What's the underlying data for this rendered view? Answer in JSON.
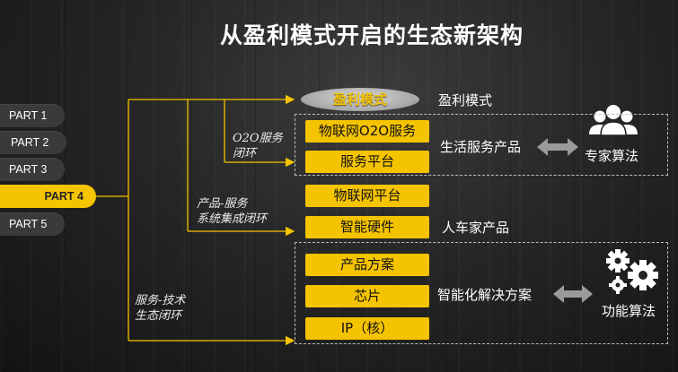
{
  "title": "从盈利模式开启的生态新架构",
  "parts": [
    "PART 1",
    "PART 2",
    "PART 3",
    "PART 4",
    "PART 5"
  ],
  "active_part": "PART 4",
  "top": {
    "oval_label": "盈利模式",
    "right_label": "盈利模式"
  },
  "loops": {
    "o2o": [
      "O2O服务",
      "闭环"
    ],
    "product": [
      "产品-服务",
      "系统集成闭环"
    ],
    "tech": [
      "服务-技术",
      "生态闭环"
    ]
  },
  "boxes": {
    "iot_o2o": "物联网O2O服务",
    "service_platform": "服务平台",
    "iot_platform": "物联网平台",
    "smart_hardware": "智能硬件",
    "product_solution": "产品方案",
    "chip": "芯片",
    "ip_core": "IP（核）"
  },
  "labels": {
    "life_service": "生活服务产品",
    "expert_algo": "专家算法",
    "person_car_home": "人车家产品",
    "smart_solution": "智能化解决方案",
    "function_algo": "功能算法"
  },
  "colors": {
    "accent": "#f5c400",
    "background": "#222222",
    "text": "#ffffff"
  },
  "icons": [
    "people-group-icon",
    "gears-icon",
    "double-arrow-icon"
  ]
}
